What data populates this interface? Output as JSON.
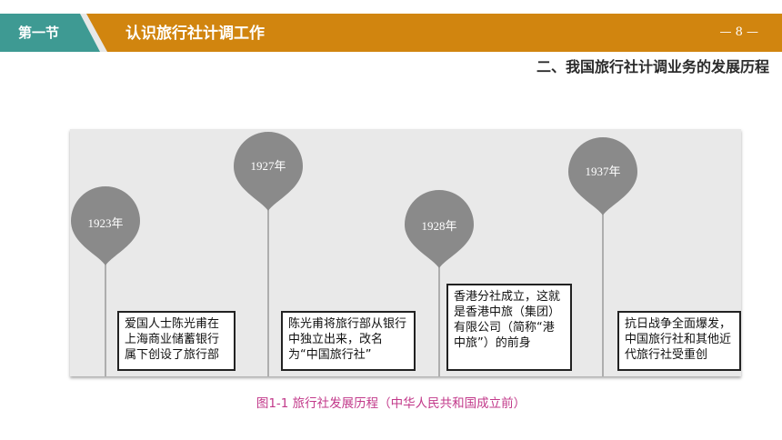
{
  "header": {
    "section_label": "第一节",
    "title": "认识旅行社计调工作",
    "page_number": "— 8 —"
  },
  "subheading": "二、我国旅行社计调业务的发展历程",
  "milestones": [
    {
      "year": "1923年",
      "text": "爱国人士陈光甫在上海商业储蓄银行属下创设了旅行部"
    },
    {
      "year": "1927年",
      "text": "陈光甫将旅行部从银行中独立出来，改名为“中国旅行社”"
    },
    {
      "year": "1928年",
      "text": "香港分社成立，这就是香港中旅（集团）有限公司（简称“港中旅”）的前身"
    },
    {
      "year": "1937年",
      "text": "抗日战争全面爆发，中国旅行社和其他近代旅行社受重创"
    }
  ],
  "caption": "图1-1  旅行社发展历程（中华人民共和国成立前）",
  "colors": {
    "header": "#d1850f",
    "tab": "#3e9a93",
    "pin": "#8a8a8a",
    "caption": "#c2398a"
  }
}
